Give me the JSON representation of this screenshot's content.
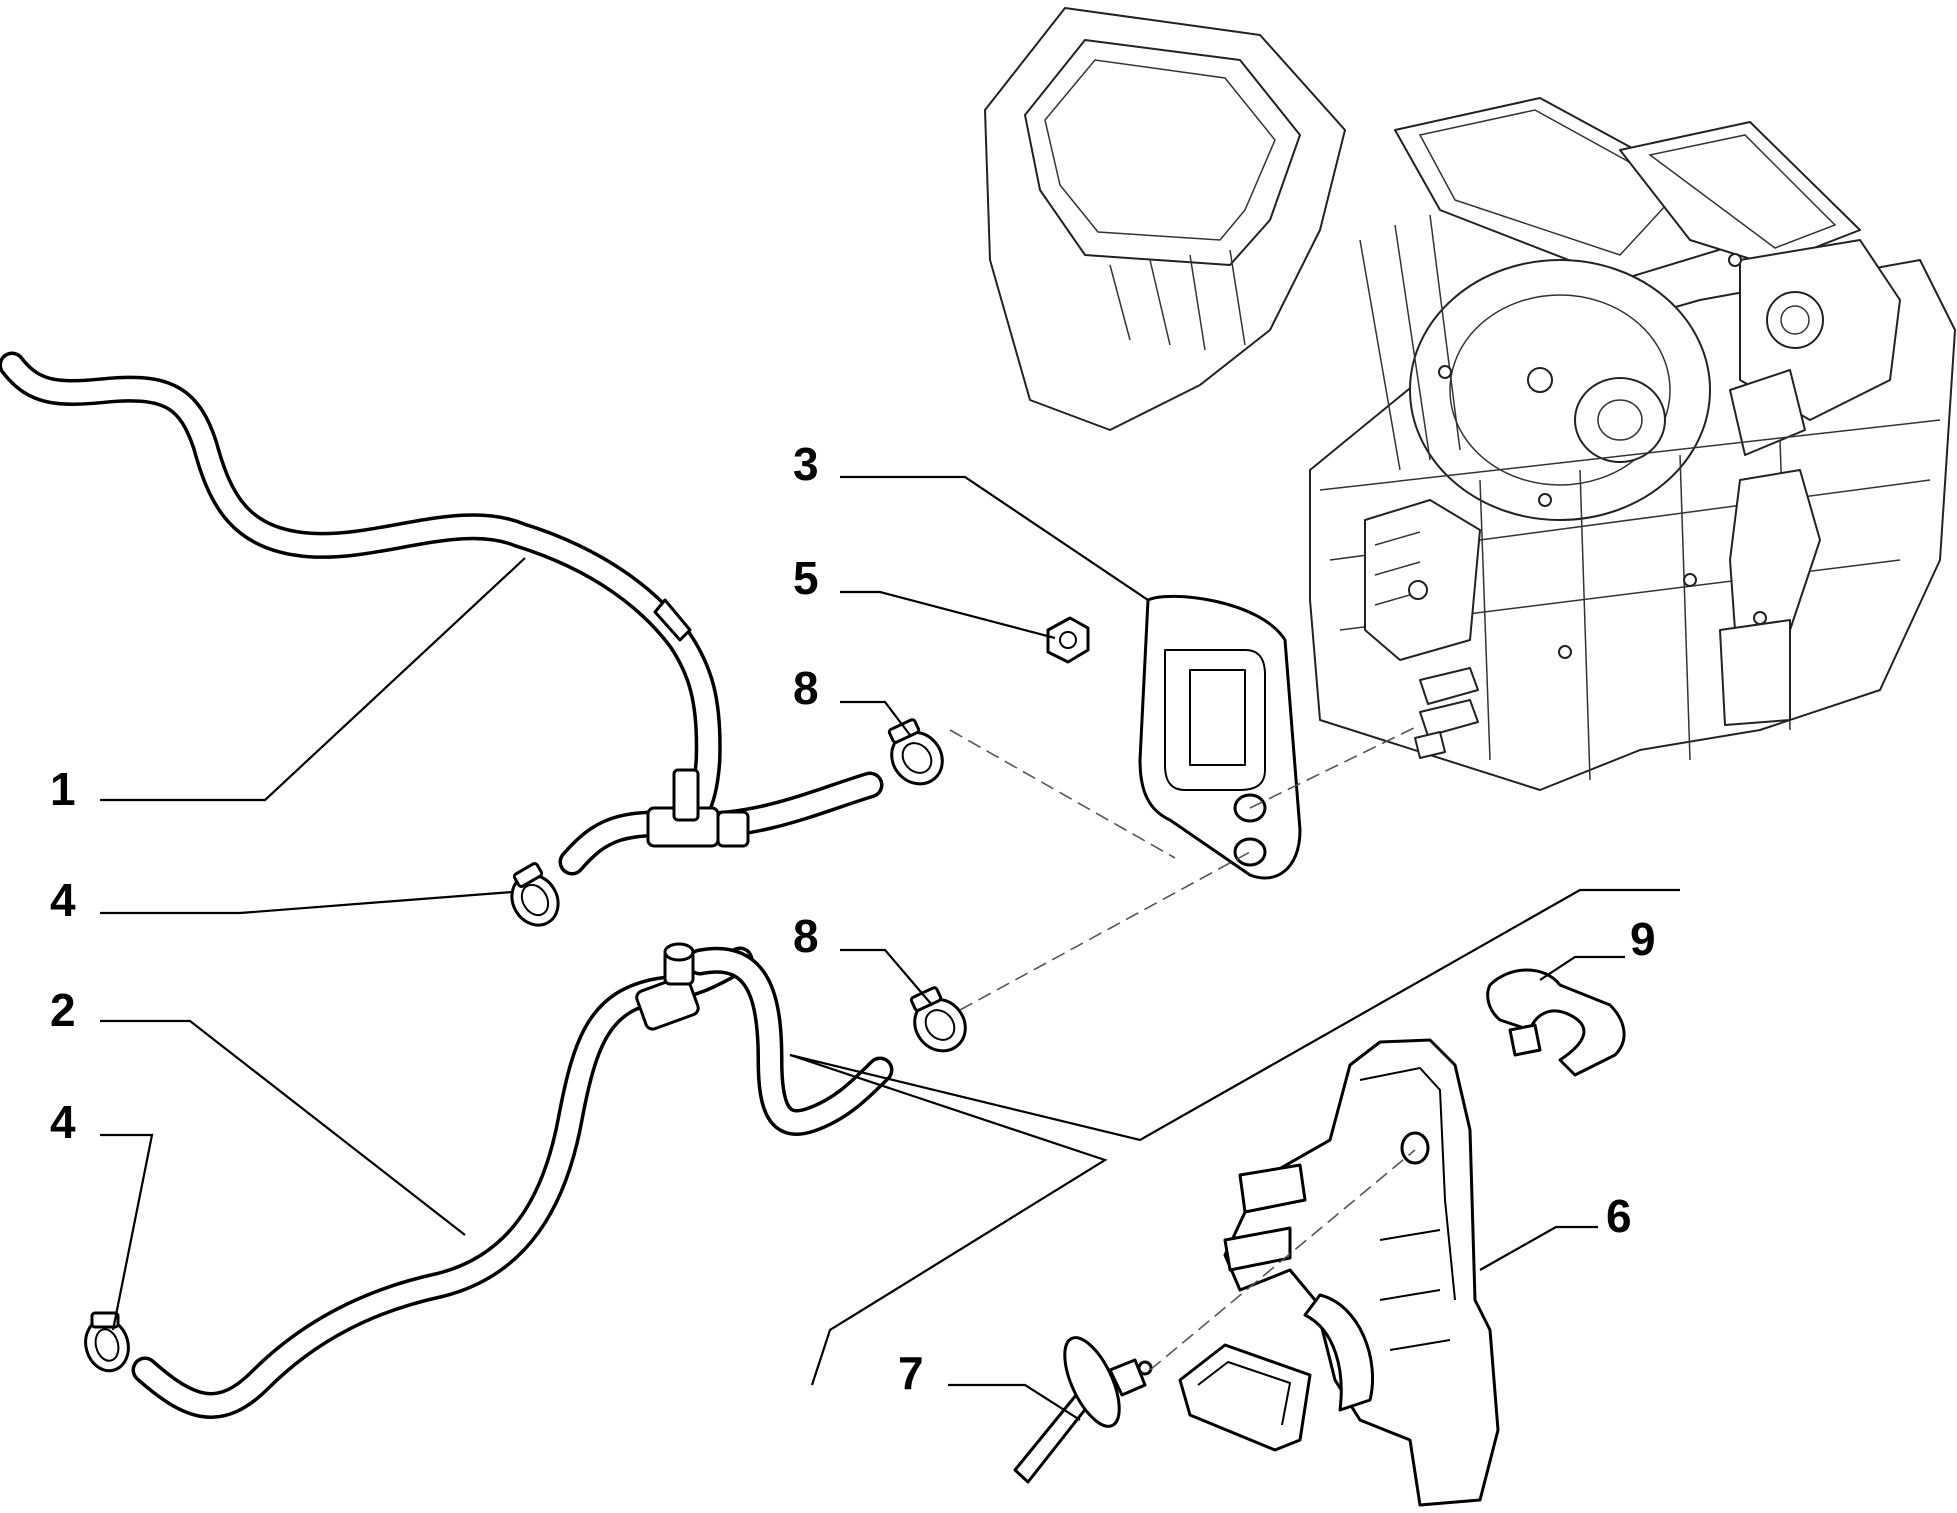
{
  "callouts": [
    {
      "id": "1",
      "label": "1"
    },
    {
      "id": "2",
      "label": "2"
    },
    {
      "id": "3",
      "label": "3"
    },
    {
      "id": "4a",
      "label": "4"
    },
    {
      "id": "4b",
      "label": "4"
    },
    {
      "id": "5",
      "label": "5"
    },
    {
      "id": "6",
      "label": "6"
    },
    {
      "id": "7",
      "label": "7"
    },
    {
      "id": "8a",
      "label": "8"
    },
    {
      "id": "8b",
      "label": "8"
    },
    {
      "id": "9",
      "label": "9"
    }
  ],
  "colors": {
    "line": "#000000",
    "background": "#ffffff"
  }
}
